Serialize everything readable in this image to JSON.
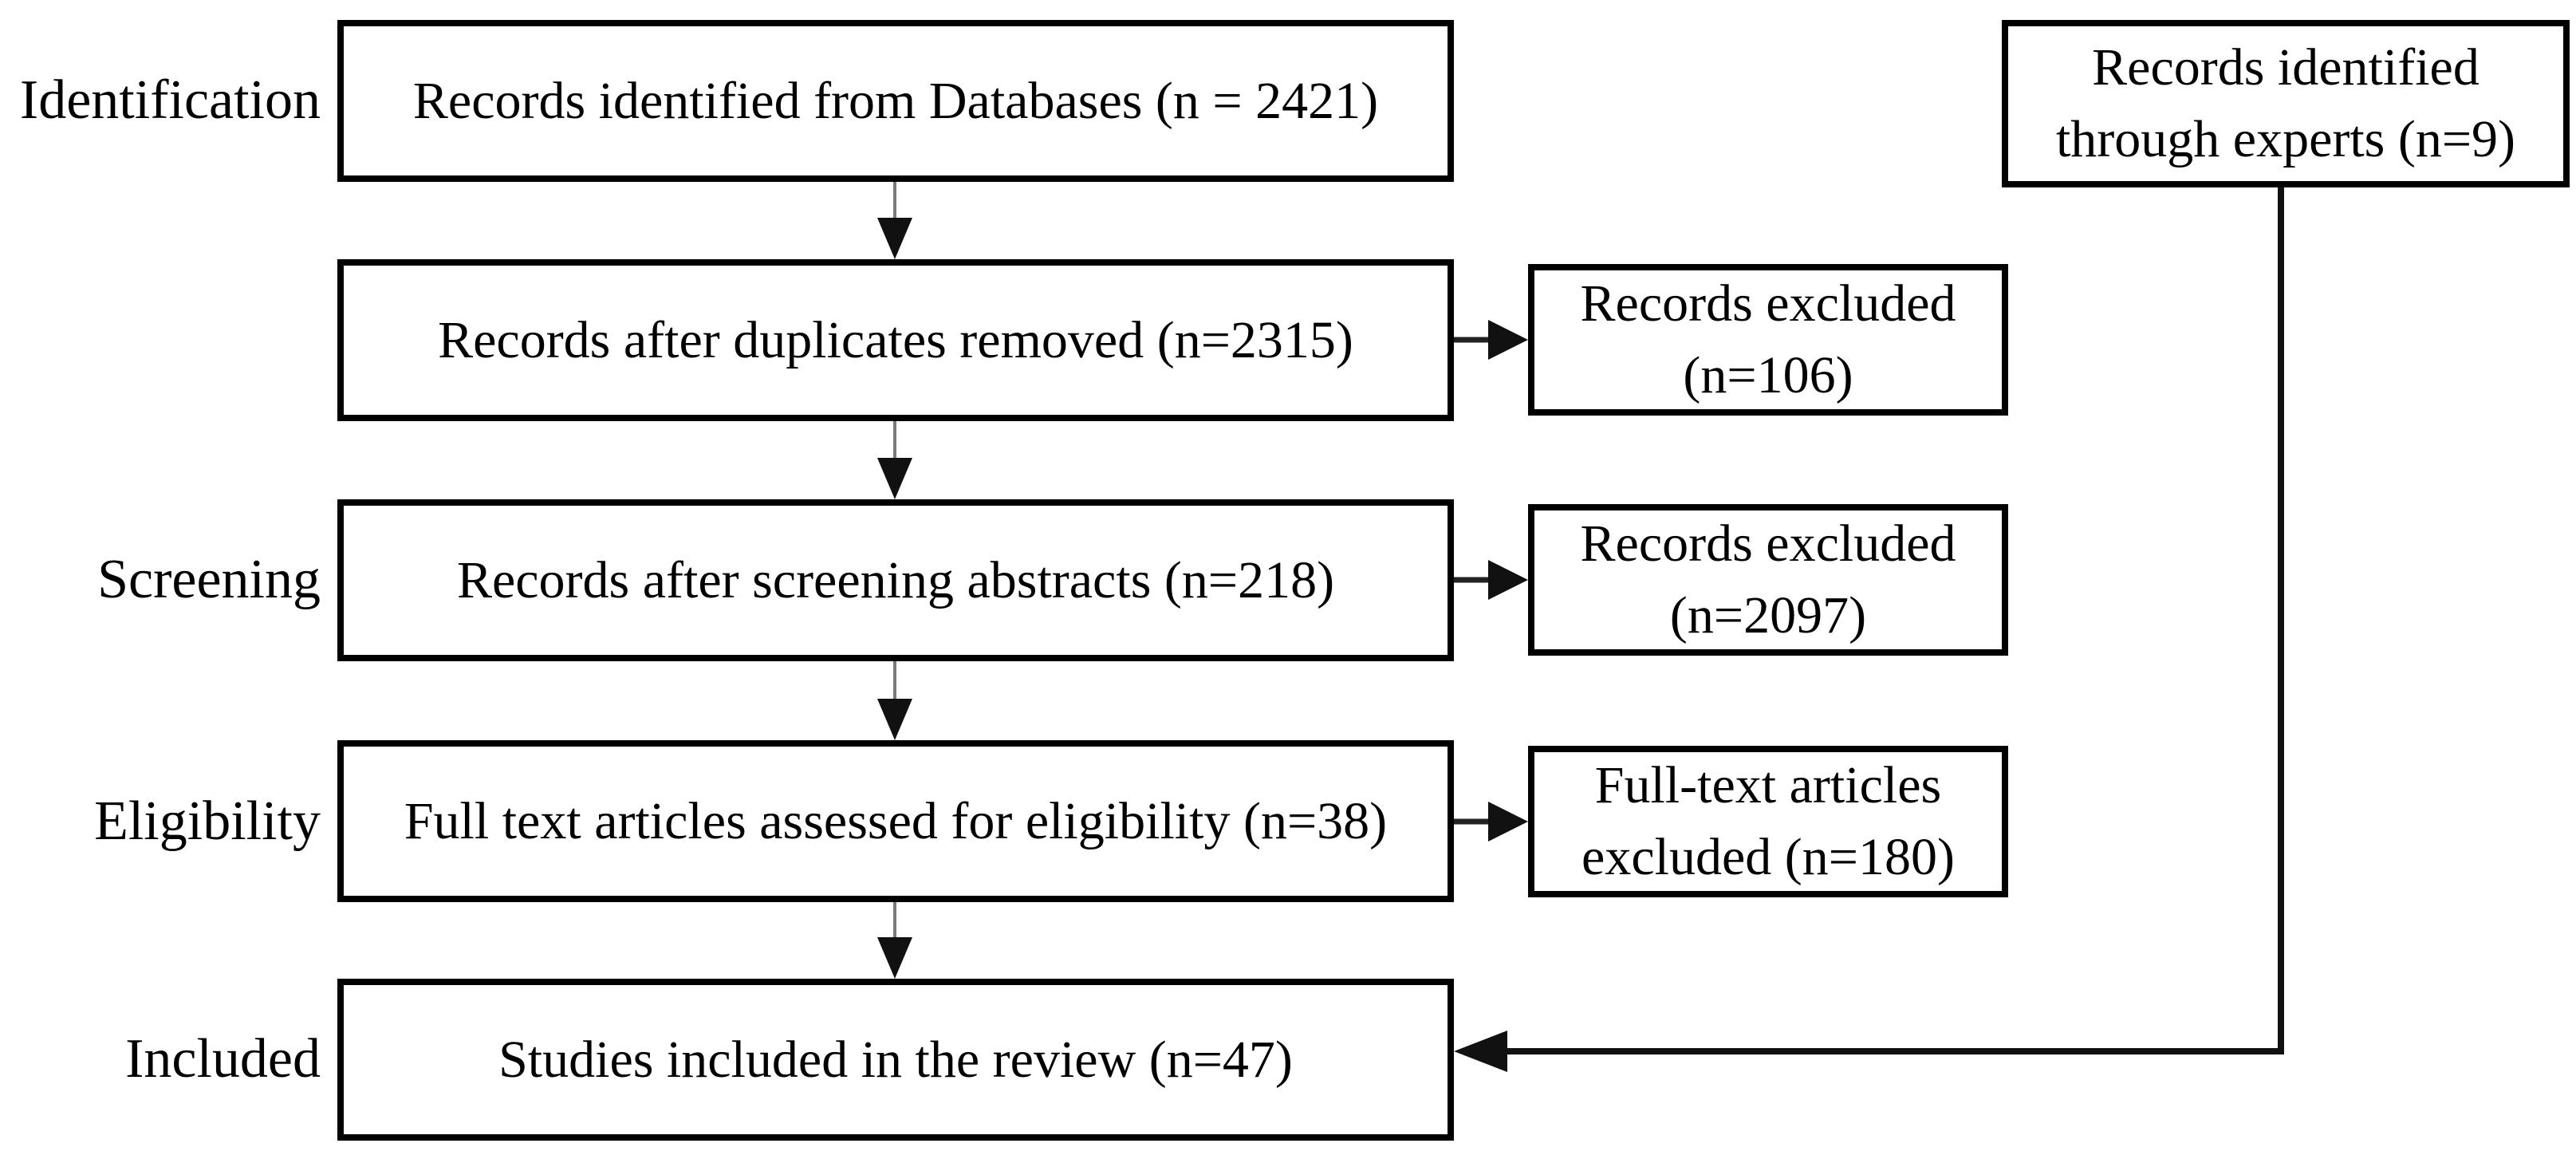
{
  "diagram": {
    "stages": [
      {
        "label": "Identification"
      },
      {
        "label": "Screening"
      },
      {
        "label": "Eligibility"
      },
      {
        "label": "Included"
      }
    ],
    "main_boxes": [
      {
        "text": "Records identified from Databases (n = 2421)"
      },
      {
        "text": "Records after duplicates removed (n=2315)"
      },
      {
        "text": "Records after screening abstracts (n=218)"
      },
      {
        "text": "Full text articles assessed for eligibility (n=38)"
      },
      {
        "text": "Studies included in the review (n=47)"
      }
    ],
    "side_boxes": [
      {
        "line1": "Records excluded",
        "line2": "(n=106)"
      },
      {
        "line1": "Records excluded",
        "line2": "(n=2097)"
      },
      {
        "line1": "Full-text articles",
        "line2": "excluded (n=180)"
      }
    ],
    "experts_box": {
      "line1": "Records identified",
      "line2": "through experts (n=9)"
    },
    "colors": {
      "border": "#000000",
      "text": "#000000",
      "background": "#ffffff",
      "stem_gray": "#7a7a7a",
      "arrow_black": "#111111"
    }
  }
}
